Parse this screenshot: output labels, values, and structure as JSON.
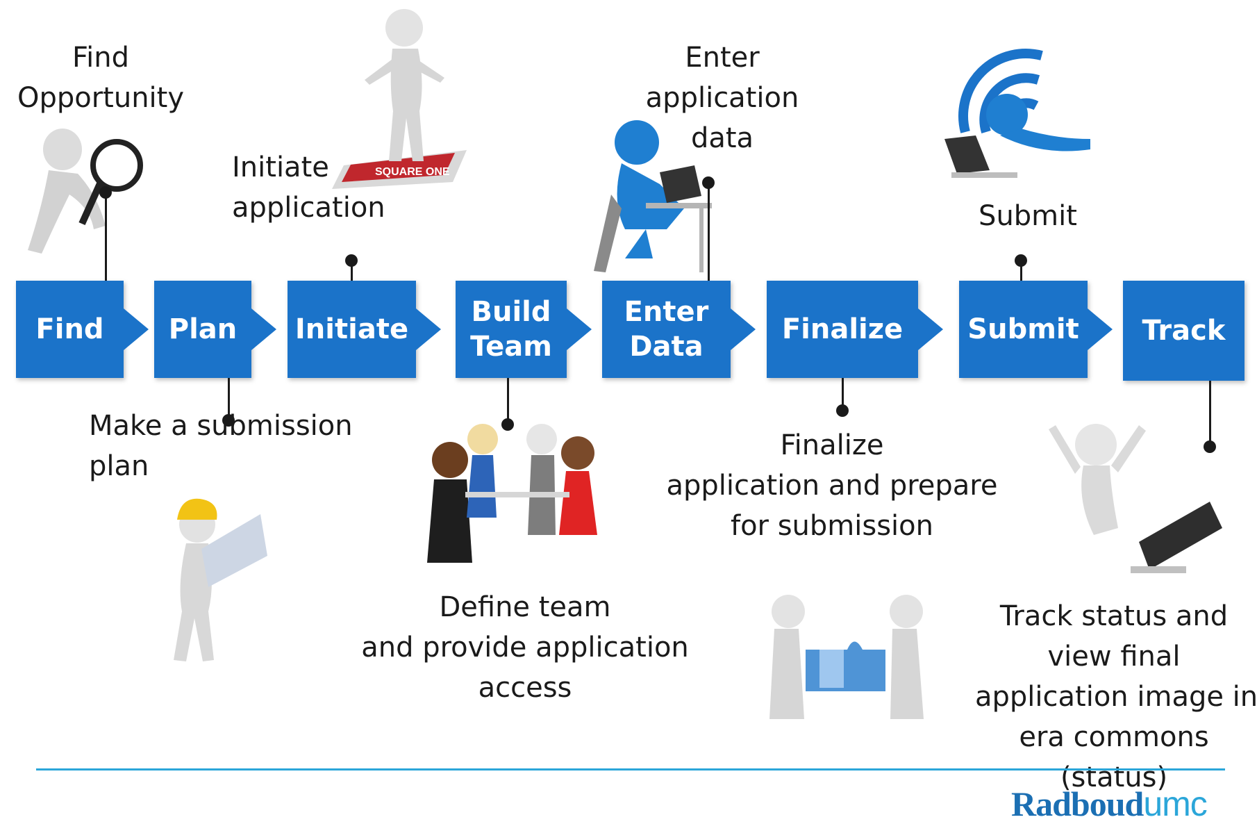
{
  "steps": [
    {
      "lines": [
        "Find"
      ]
    },
    {
      "lines": [
        "Plan"
      ]
    },
    {
      "lines": [
        "Initiate"
      ]
    },
    {
      "lines": [
        "Build",
        "Team"
      ]
    },
    {
      "lines": [
        "Enter",
        "Data"
      ]
    },
    {
      "lines": [
        "Finalize"
      ]
    },
    {
      "lines": [
        "Submit"
      ]
    },
    {
      "lines": [
        "Track"
      ]
    }
  ],
  "annotations": {
    "find": [
      "Find",
      "Opportunity"
    ],
    "initiate": [
      "Initiate",
      "application"
    ],
    "enter": [
      "Enter",
      "application",
      "data"
    ],
    "submit": [
      "Submit"
    ],
    "plan": [
      "Make a submission",
      "plan"
    ],
    "team": [
      "Define team",
      "and provide application",
      "access"
    ],
    "finalize": [
      "Finalize",
      "application and prepare",
      "for submission"
    ],
    "track": [
      "Track status and",
      "view final",
      "application image in",
      "era commons",
      "(status)"
    ]
  },
  "logo": {
    "part1": "Radboud",
    "part2": "umc"
  },
  "colors": {
    "step_fill": "#1b73c9",
    "rule": "#2ba6d9",
    "logo_blue": "#1b6fb3"
  }
}
